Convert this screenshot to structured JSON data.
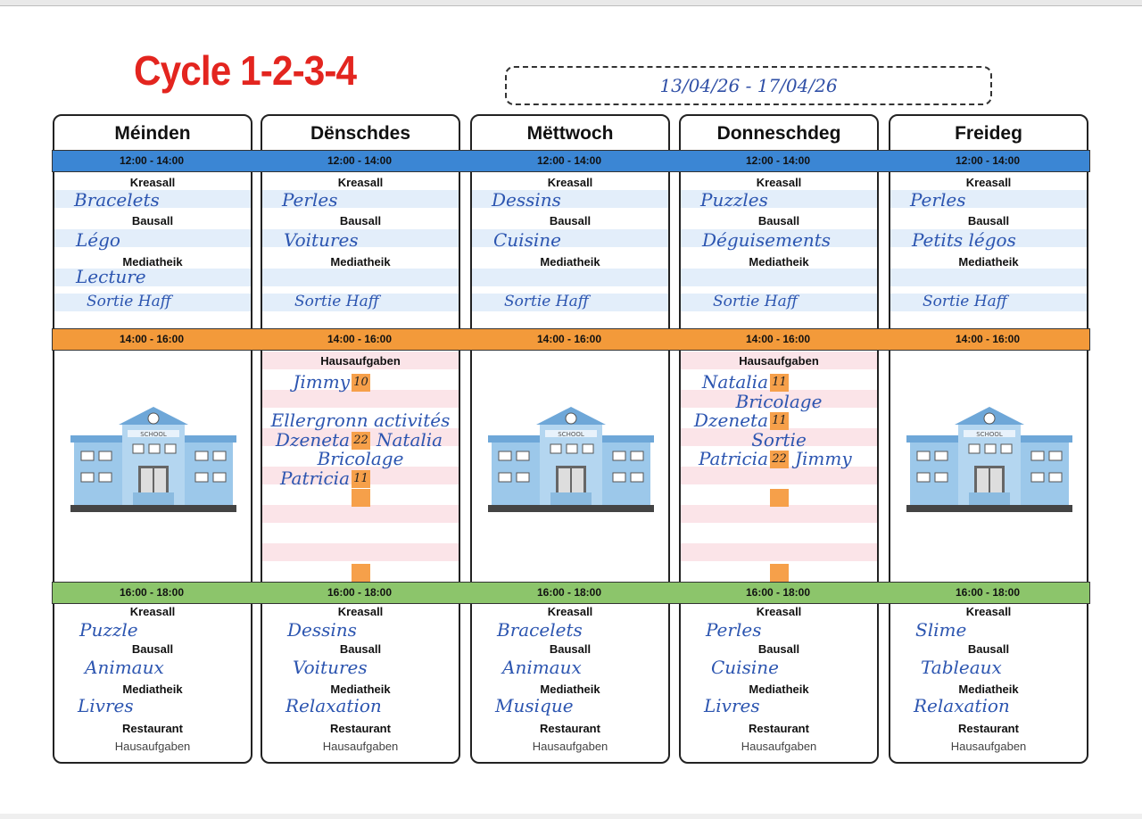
{
  "title": "Cycle 1-2-3-4",
  "date_range": "13/04/26 - 17/04/26",
  "slots": [
    "12:00 - 14:00",
    "14:00 - 16:00",
    "16:00 - 18:00"
  ],
  "labels": {
    "kreasall": "Kreasall",
    "bausall": "Bausall",
    "mediatheik": "Mediatheik",
    "restaurant": "Restaurant",
    "hausaufgaben": "Hausaufgaben",
    "school_sign": "SCHOOL"
  },
  "colors": {
    "blue_band": "#3b86d4",
    "orange_band": "#f39a3a",
    "green_band": "#8cc56b",
    "title": "#e3251f",
    "handwriting": "#2c55b0"
  },
  "days": [
    {
      "name": "Méinden",
      "midday": {
        "kreasall": "Bracelets",
        "bausall": "Légo",
        "mediatheik": "Lecture",
        "sortie": "Sortie Haff"
      },
      "afternoon": {
        "type": "school"
      },
      "evening": {
        "kreasall": "Puzzle",
        "bausall": "Animaux",
        "mediatheik": "Livres"
      }
    },
    {
      "name": "Dënschdes",
      "midday": {
        "kreasall": "Perles",
        "bausall": "Voitures",
        "mediatheik": "",
        "sortie": "Sortie Haff"
      },
      "afternoon": {
        "type": "hausaufgaben",
        "rows": [
          {
            "left": "Jimmy",
            "num": "10",
            "right": "",
            "full": ""
          },
          {
            "left": "",
            "num": "",
            "right": "",
            "full": ""
          },
          {
            "left": "",
            "num": "",
            "right": "",
            "full": "Ellergronn activités"
          },
          {
            "left": "Dzeneta",
            "num": "22",
            "right": "Natalia",
            "full": ""
          },
          {
            "left": "",
            "num": "",
            "right": "",
            "full": "Bricolage"
          },
          {
            "left": "Patricia",
            "num": "11",
            "right": "",
            "full": ""
          },
          {
            "left": "",
            "num": "",
            "right": "",
            "full": ""
          },
          {
            "left": "",
            "num": "",
            "right": "",
            "full": ""
          }
        ]
      },
      "evening": {
        "kreasall": "Dessins",
        "bausall": "Voitures",
        "mediatheik": "Relaxation"
      }
    },
    {
      "name": "Mëttwoch",
      "midday": {
        "kreasall": "Dessins",
        "bausall": "Cuisine",
        "mediatheik": "",
        "sortie": "Sortie Haff"
      },
      "afternoon": {
        "type": "school"
      },
      "evening": {
        "kreasall": "Bracelets",
        "bausall": "Animaux",
        "mediatheik": "Musique"
      }
    },
    {
      "name": "Donneschdeg",
      "midday": {
        "kreasall": "Puzzles",
        "bausall": "Déguisements",
        "mediatheik": "",
        "sortie": "Sortie Haff"
      },
      "afternoon": {
        "type": "hausaufgaben",
        "rows": [
          {
            "left": "Natalia",
            "num": "11",
            "right": "",
            "full": ""
          },
          {
            "left": "",
            "num": "",
            "right": "",
            "full": "Bricolage"
          },
          {
            "left": "Dzeneta",
            "num": "11",
            "right": "",
            "full": ""
          },
          {
            "left": "",
            "num": "",
            "right": "",
            "full": "Sortie"
          },
          {
            "left": "Patricia",
            "num": "22",
            "right": "Jimmy",
            "full": ""
          },
          {
            "left": "",
            "num": "",
            "right": "",
            "full": ""
          },
          {
            "left": "",
            "num": "",
            "right": "",
            "full": ""
          },
          {
            "left": "",
            "num": "",
            "right": "",
            "full": ""
          }
        ]
      },
      "evening": {
        "kreasall": "Perles",
        "bausall": "Cuisine",
        "mediatheik": "Livres"
      }
    },
    {
      "name": "Freideg",
      "midday": {
        "kreasall": "Perles",
        "bausall": "Petits légos",
        "mediatheik": "",
        "sortie": "Sortie Haff"
      },
      "afternoon": {
        "type": "school"
      },
      "evening": {
        "kreasall": "Slime",
        "bausall": "Tableaux",
        "mediatheik": "Relaxation"
      }
    }
  ]
}
